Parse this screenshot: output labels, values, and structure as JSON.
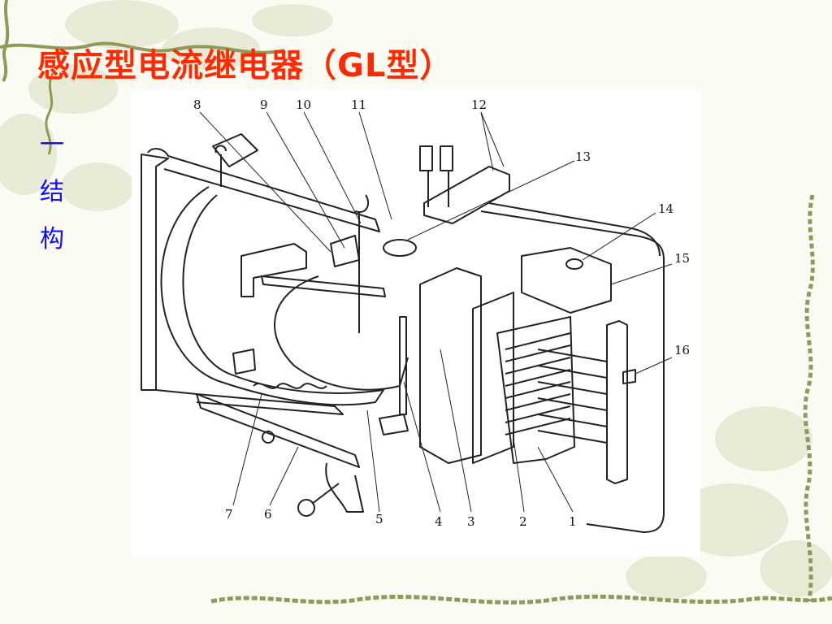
{
  "slide": {
    "title": "感应型电流继电器（GL型）",
    "side_text": [
      "一",
      "结",
      "构"
    ]
  },
  "figure": {
    "callouts": [
      "8",
      "9",
      "10",
      "11",
      "12",
      "13",
      "14",
      "15",
      "16",
      "7",
      "6",
      "5",
      "4",
      "3",
      "2",
      "1"
    ]
  },
  "colors": {
    "title": "#ff2a00",
    "side_text": "#1010ff",
    "vine": "#8f9a5a",
    "leaves": "#dfe3c7"
  }
}
